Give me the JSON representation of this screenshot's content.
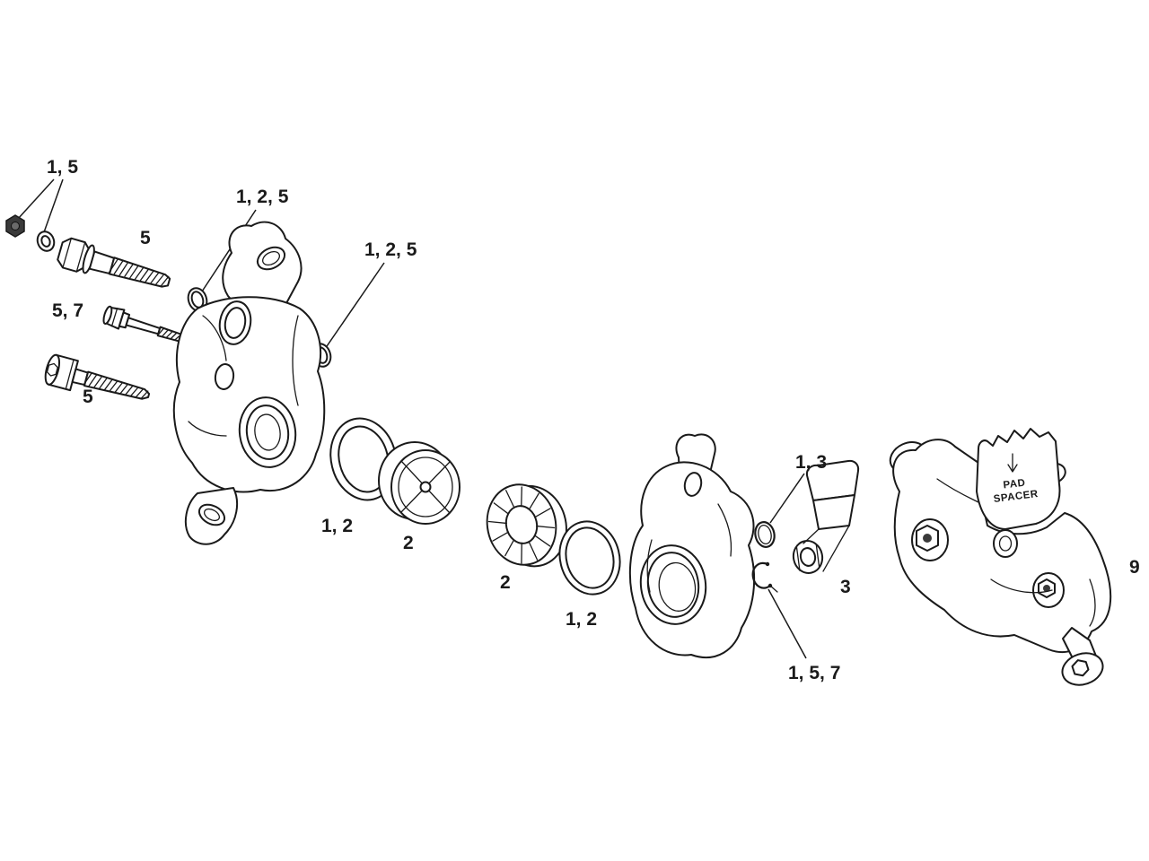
{
  "labels": {
    "nut_and_washer": "1, 5",
    "banjo_bolt": "5",
    "oring_upper": "1, 2, 5",
    "oring_lower": "1, 2, 5",
    "bleed_screw": "5, 7",
    "mounting_bolt": "5",
    "piston_seal_left": "1, 2",
    "piston_left": "2",
    "piston_right": "2",
    "piston_seal_right": "1, 2",
    "retaining_ring": "1, 3",
    "hose_fitting": "3",
    "spring_clip": "1, 5, 7",
    "caliper_assembly": "9",
    "pad_spacer_line1": "PAD",
    "pad_spacer_line2": "SPACER"
  },
  "colors": {
    "line": "#1a1a1a",
    "background": "#ffffff",
    "shaded": "#3a3a3a"
  }
}
